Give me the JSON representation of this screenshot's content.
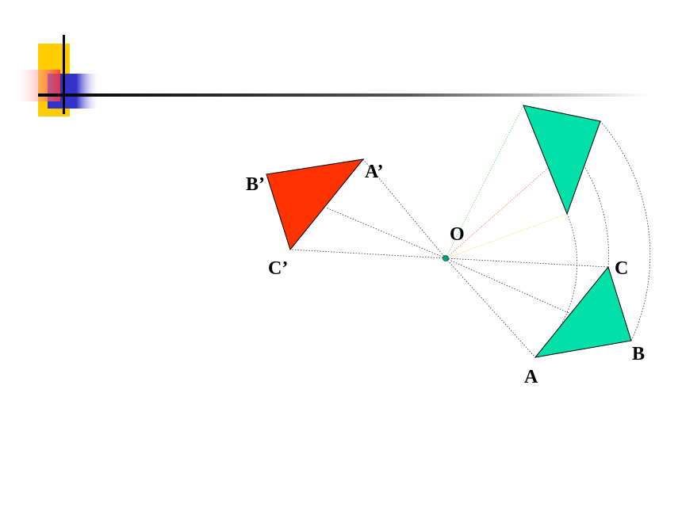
{
  "colors": {
    "background": "#ffffff",
    "logo_yellow": "#ffcc00",
    "logo_blue": "#3333cc",
    "logo_red": "#ff3333",
    "logo_line": "#000000",
    "triangle_green": "#00e0a8",
    "triangle_red": "#ff3300",
    "center_dot": "#00a080",
    "construction_line": "#333333",
    "ray_green": "#66dd66",
    "ray_red": "#ff7766",
    "ray_yellow": "#ffdd66"
  },
  "diagram": {
    "center_label": "O",
    "labels": {
      "A": "A",
      "B": "B",
      "C": "C",
      "A_prime": "A’",
      "B_prime": "B’",
      "C_prime": "C’"
    }
  }
}
